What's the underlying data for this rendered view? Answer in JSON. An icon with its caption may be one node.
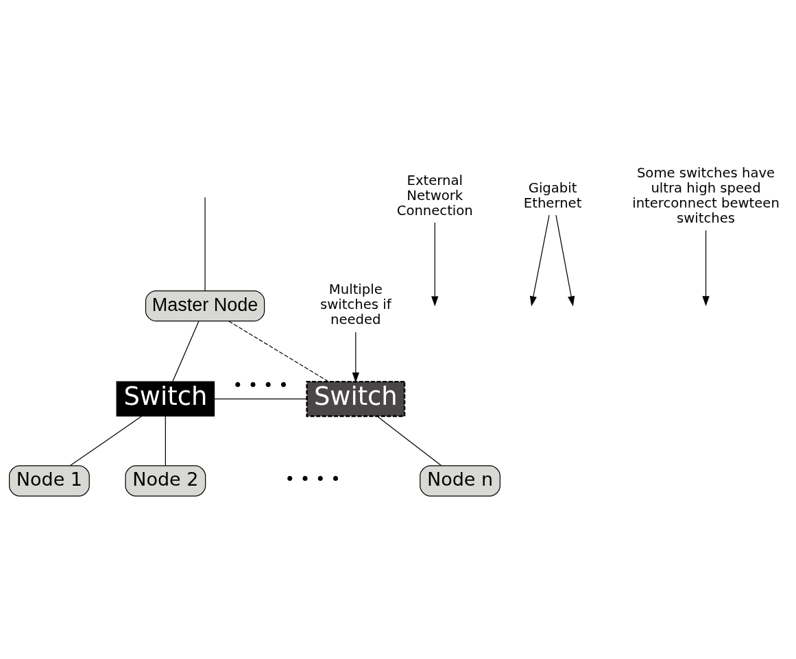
{
  "diagram": {
    "nodes": [
      {
        "text": [
          "Master Node"
        ]
      },
      {
        "text": [
          "Switch"
        ]
      },
      {
        "text": [
          "Switch"
        ]
      },
      {
        "text": [
          "Node 1"
        ]
      },
      {
        "text": [
          "Node 2"
        ]
      },
      {
        "text": [
          "Node n"
        ]
      },
      {
        "text": [
          "External Network Connection"
        ]
      },
      {
        "text": [
          "Gigabit Ethernet"
        ]
      },
      {
        "text": [
          "Multiple switches if needed"
        ]
      },
      {
        "text": [
          "Some switches have ultra high speed interconnect bewteen switches"
        ]
      }
    ],
    "edges": [
      {
        "from": null,
        "to": 0,
        "arrow": "none"
      },
      {
        "from": 6,
        "to": null,
        "arrow": "to"
      },
      {
        "from": 0,
        "to": 1,
        "arrow": "none"
      },
      {
        "from": 0,
        "to": 2,
        "arrow": "none",
        "style": "dashed"
      },
      {
        "from": 1,
        "to": 2,
        "arrow": "none",
        "label": "• • • •"
      },
      {
        "from": 1,
        "to": 3,
        "arrow": "none"
      },
      {
        "from": 1,
        "to": 4,
        "arrow": "none"
      },
      {
        "from": 2,
        "to": 5,
        "arrow": "none"
      },
      {
        "from": 7,
        "to": null,
        "arrow": "to"
      },
      {
        "from": 7,
        "to": null,
        "arrow": "to"
      },
      {
        "from": 8,
        "to": 2,
        "arrow": "to"
      },
      {
        "from": 9,
        "to": null,
        "arrow": "to"
      }
    ],
    "labels": [
      "• • • •"
    ]
  }
}
